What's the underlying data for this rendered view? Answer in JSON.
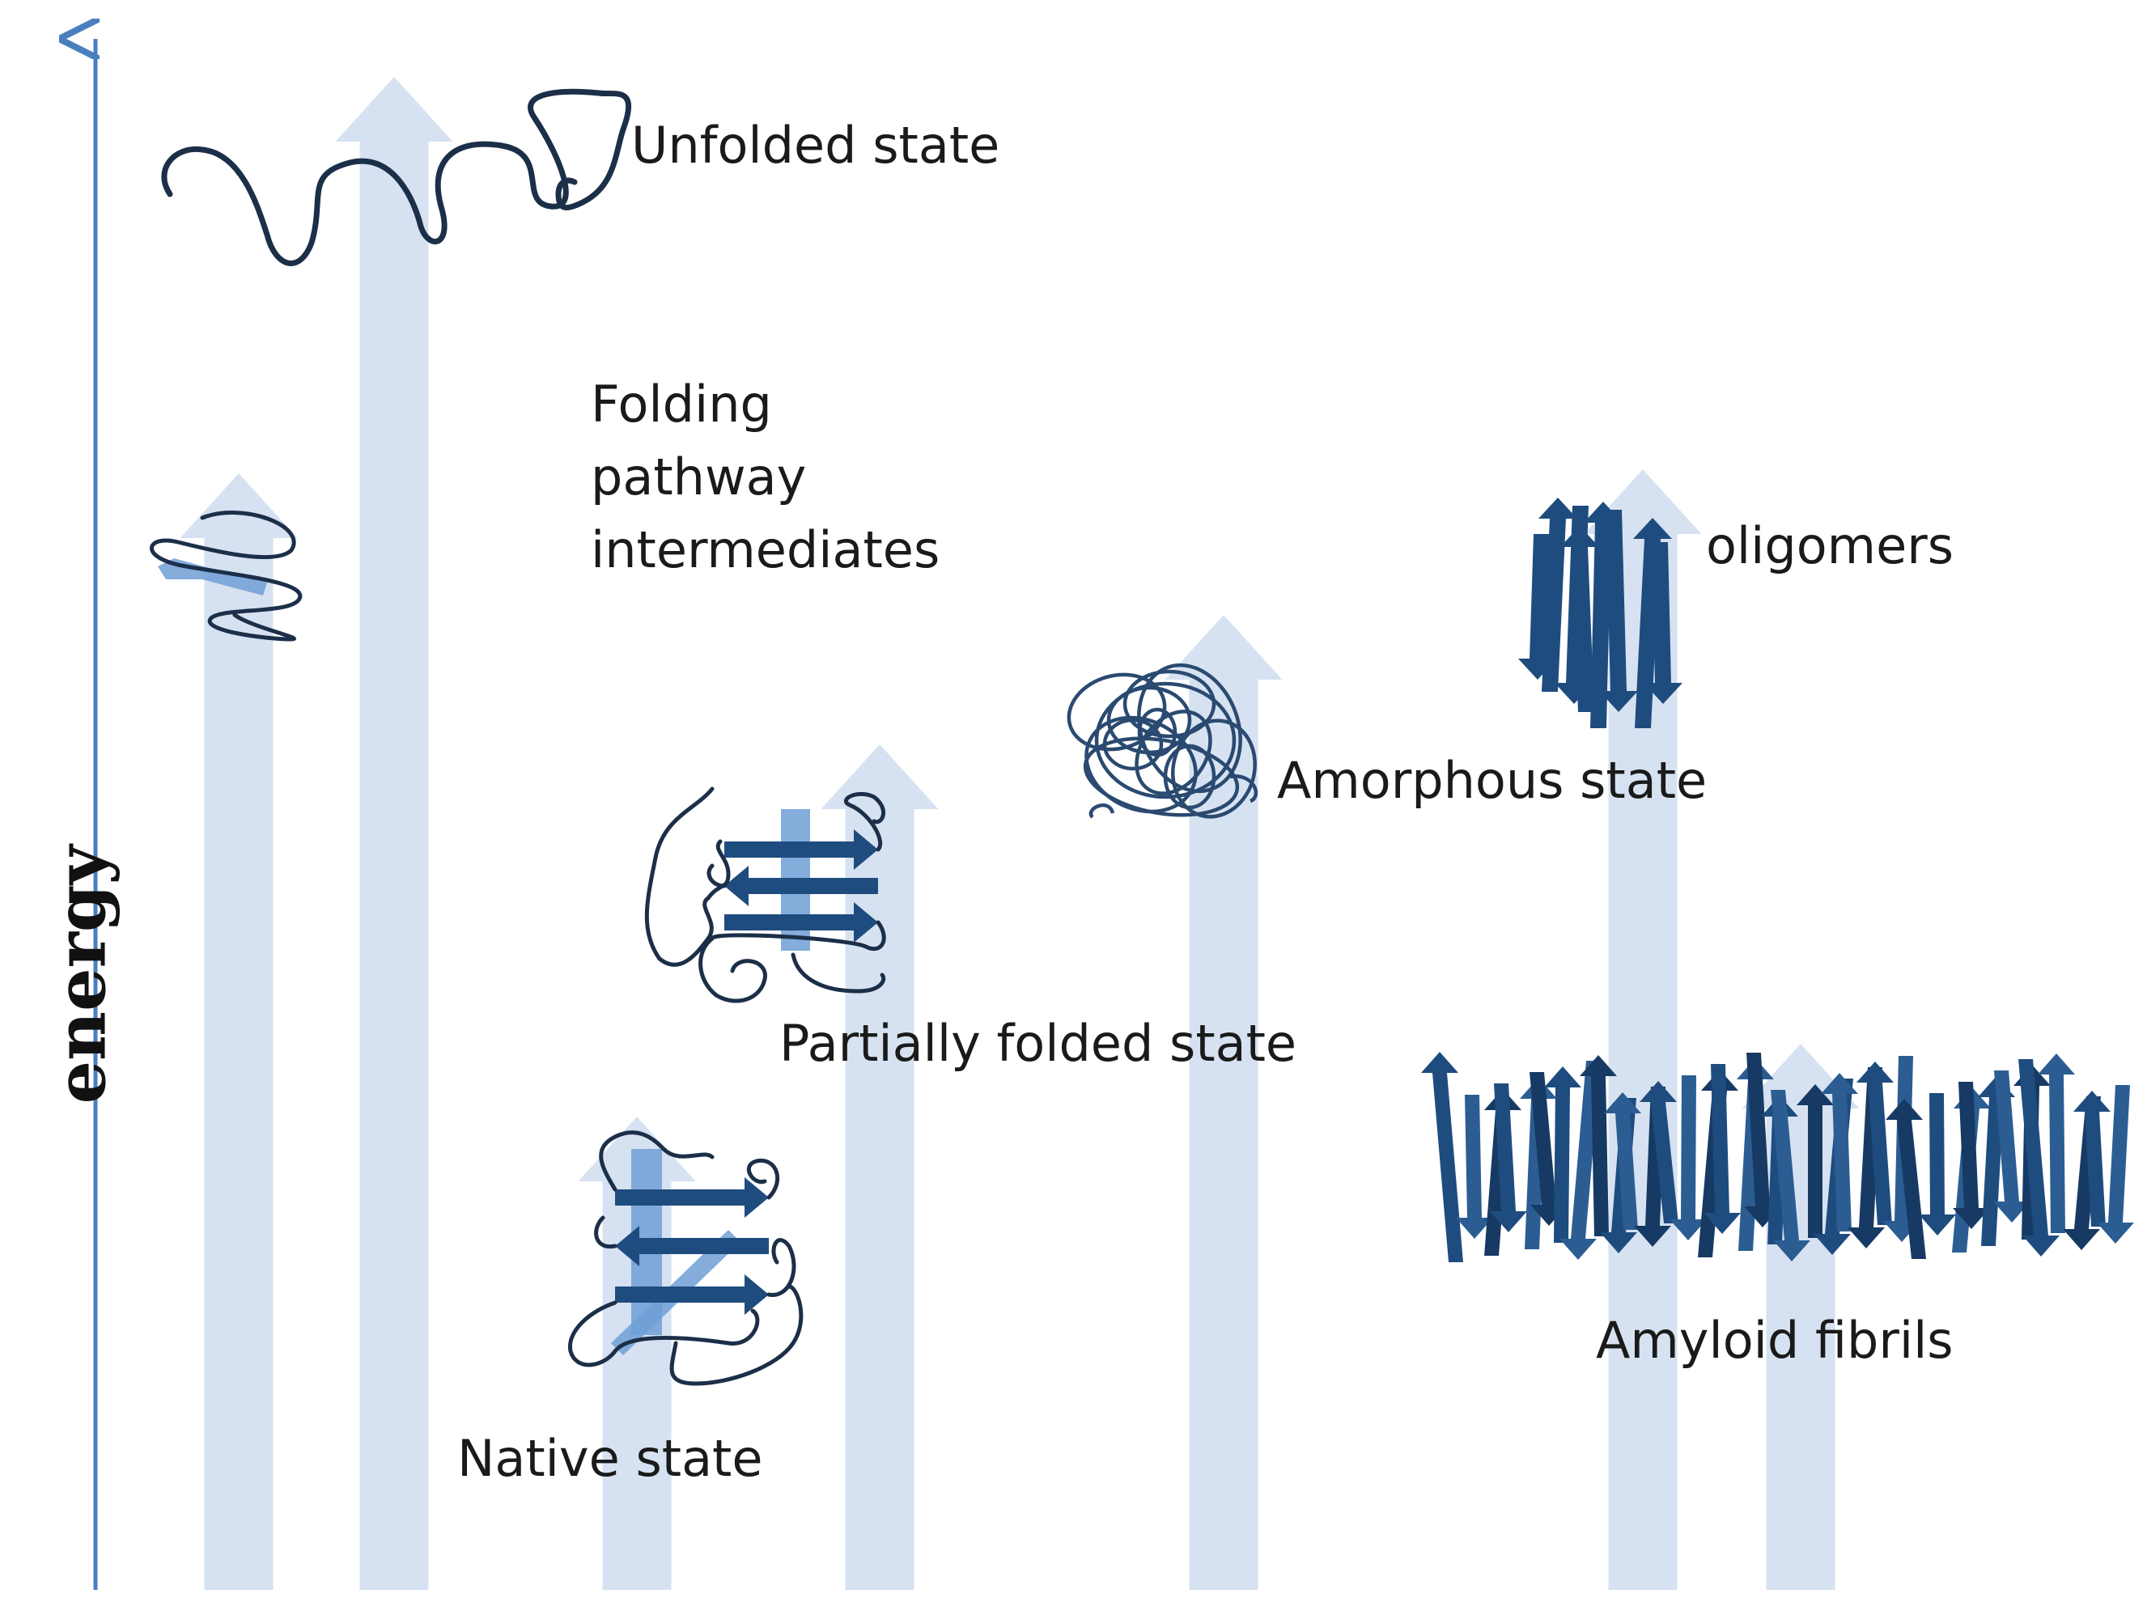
{
  "axis": {
    "label": "energy"
  },
  "labels": {
    "unfolded": "Unfolded state",
    "intermediates": "Folding\npathway\nintermediates",
    "oligomers": "oligomers",
    "amorphous": "Amorphous state",
    "partially_folded": "Partially folded state",
    "native": "Native state",
    "amyloid": "Amyloid fibrils"
  },
  "colors": {
    "axis": "#4a7fbf",
    "pathway_arrow": "#d6e2f1",
    "chain": "#1c2f48",
    "strand_dark": "#1f4c7f",
    "strand_light": "#6f9fd6"
  }
}
